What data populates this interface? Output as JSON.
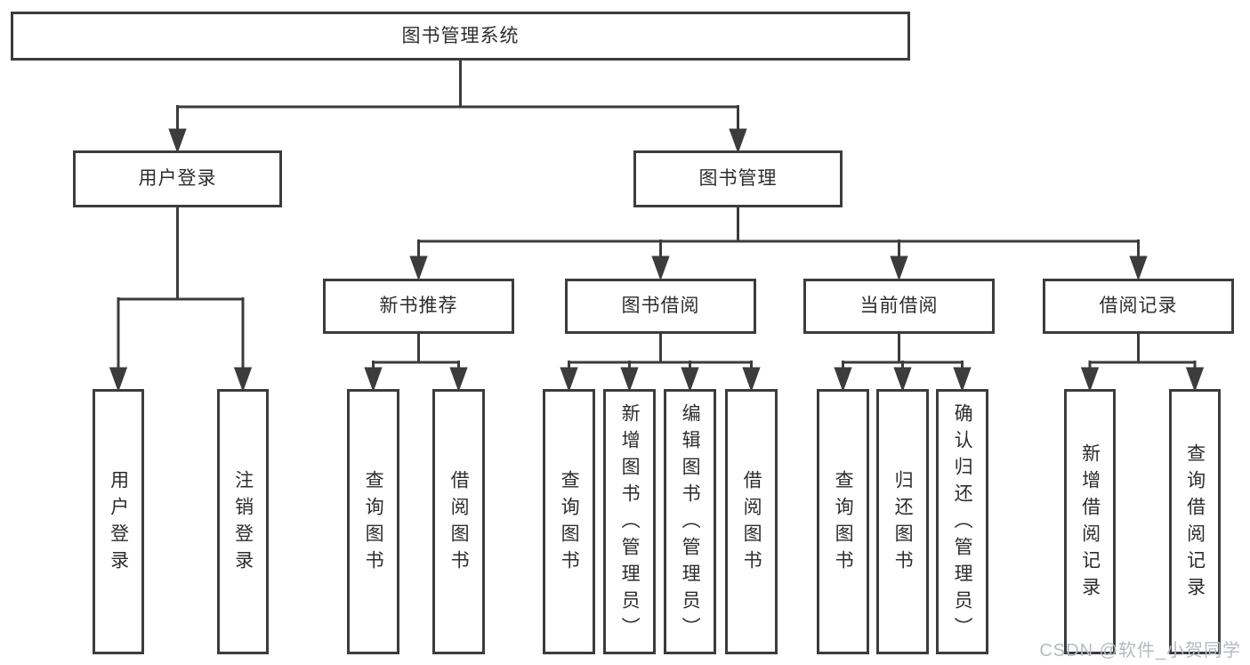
{
  "diagram": {
    "type": "hierarchy-tree",
    "colors": {
      "line": "#3c3c3c",
      "box_border": "#3c3c3c",
      "text": "#2d2d2d",
      "background": "#ffffff",
      "watermark": "#b6bac1"
    },
    "tree": {
      "label": "图书管理系统",
      "children": [
        {
          "label": "用户登录",
          "children": [
            {
              "label": "用户登录"
            },
            {
              "label": "注销登录"
            }
          ]
        },
        {
          "label": "图书管理",
          "children": [
            {
              "label": "新书推荐",
              "children": [
                {
                  "label": "查询图书"
                },
                {
                  "label": "借阅图书"
                }
              ]
            },
            {
              "label": "图书借阅",
              "children": [
                {
                  "label": "查询图书"
                },
                {
                  "label": "新增图书（管理员）"
                },
                {
                  "label": "编辑图书（管理员）"
                },
                {
                  "label": "借阅图书"
                }
              ]
            },
            {
              "label": "当前借阅",
              "children": [
                {
                  "label": "查询图书"
                },
                {
                  "label": "归还图书"
                },
                {
                  "label": "确认归还（管理员）"
                }
              ]
            },
            {
              "label": "借阅记录",
              "children": [
                {
                  "label": "新增借阅记录"
                },
                {
                  "label": "查询借阅记录"
                }
              ]
            }
          ]
        }
      ]
    },
    "watermark": "CSDN @软件_小贺同学"
  }
}
